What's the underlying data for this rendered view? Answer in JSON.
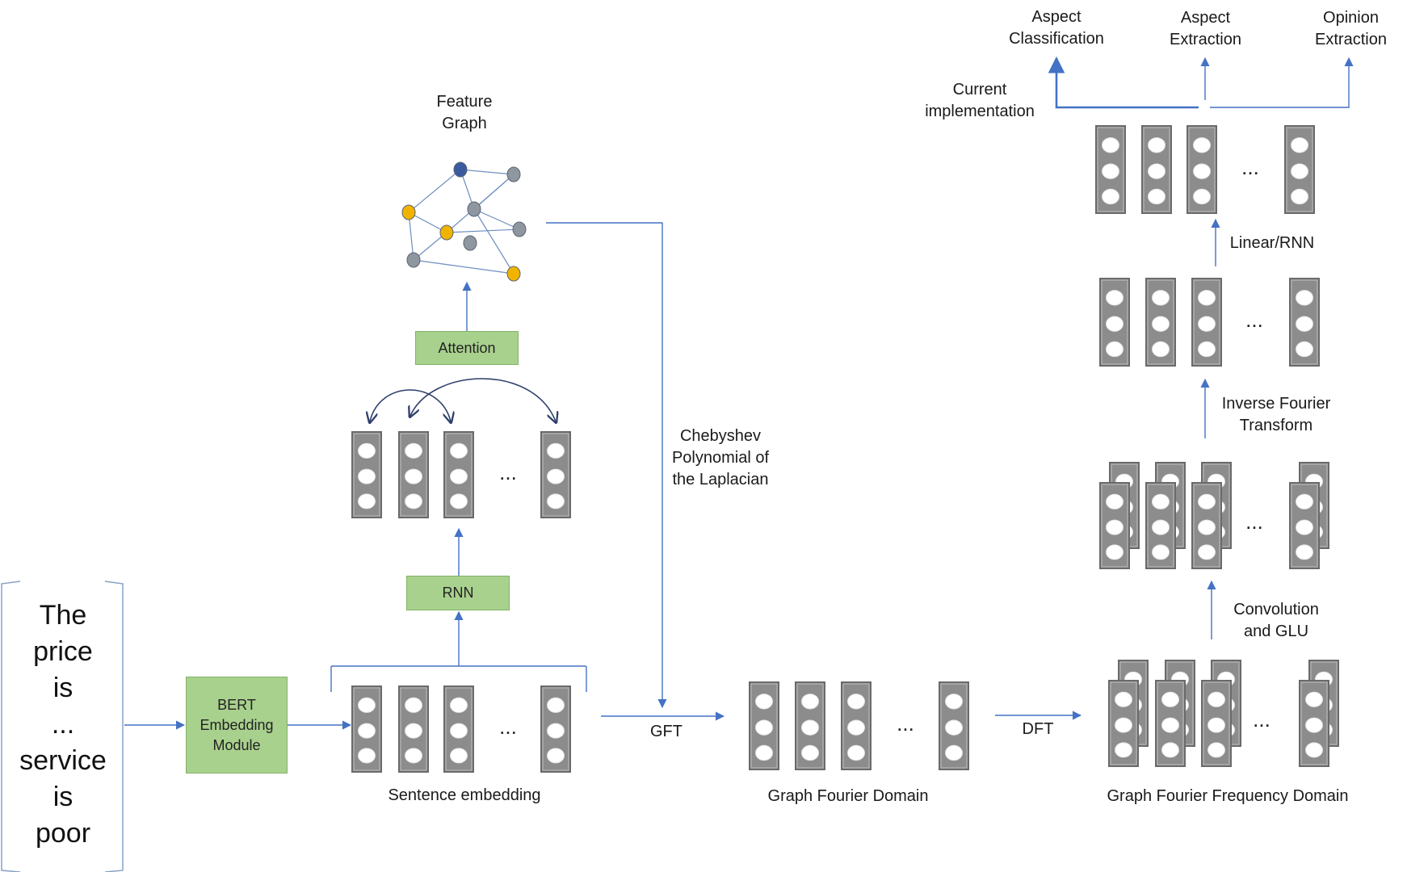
{
  "input": {
    "sentence": "The\nprice\nis\n...\nservice\nis\npoor"
  },
  "modules": {
    "bert": "BERT\nEmbedding\nModule",
    "rnn": "RNN",
    "attention": "Attention"
  },
  "labels": {
    "feature_graph": "Feature\nGraph",
    "sentence_embedding": "Sentence embedding",
    "chebyshev": "Chebyshev\nPolynomial of\nthe Laplacian",
    "gft": "GFT",
    "graph_fourier_domain": "Graph Fourier Domain",
    "dft": "DFT",
    "graph_fourier_frequency_domain": "Graph Fourier Frequency Domain",
    "convolution_glu": "Convolution\nand GLU",
    "inverse_fourier": "Inverse Fourier\nTransform",
    "linear_rnn": "Linear/RNN",
    "current_implementation": "Current\nimplementation"
  },
  "outputs": {
    "aspect_classification": "Aspect\nClassification",
    "aspect_extraction": "Aspect\nExtraction",
    "opinion_extraction": "Opinion\nExtraction"
  },
  "ellipsis": "...",
  "colors": {
    "arrow": "#4472c4",
    "curve": "#2f3f6b",
    "vector_fill": "#8c8c8c",
    "vector_stroke": "#6a6a6a",
    "module_fill": "#a9d18e",
    "node_blue": "#3a5ba0",
    "node_yellow": "#f0b400",
    "node_gray": "#8e96a0"
  }
}
